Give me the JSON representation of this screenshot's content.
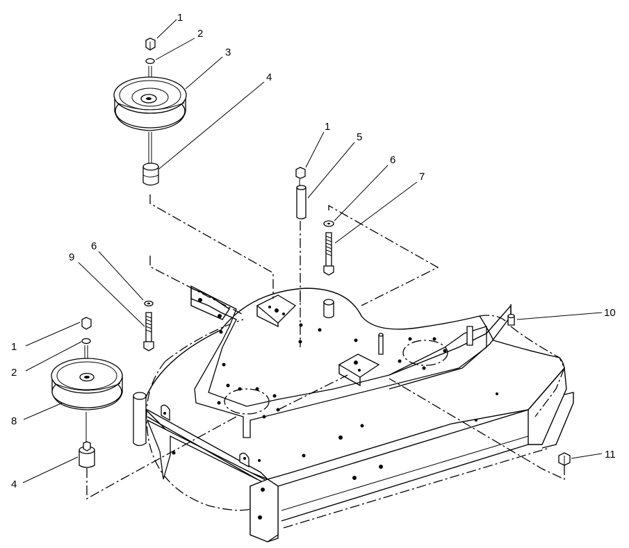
{
  "diagram": {
    "colors": {
      "ink": "#000000",
      "background": "#ffffff"
    },
    "callouts": [
      {
        "id": "c1a",
        "label": "1"
      },
      {
        "id": "c2a",
        "label": "2"
      },
      {
        "id": "c3",
        "label": "3"
      },
      {
        "id": "c4a",
        "label": "4"
      },
      {
        "id": "c1b",
        "label": "1"
      },
      {
        "id": "c5",
        "label": "5"
      },
      {
        "id": "c6a",
        "label": "6"
      },
      {
        "id": "c7",
        "label": "7"
      },
      {
        "id": "c6b",
        "label": "6"
      },
      {
        "id": "c9",
        "label": "9"
      },
      {
        "id": "c10",
        "label": "10"
      },
      {
        "id": "c1c",
        "label": "1"
      },
      {
        "id": "c2b",
        "label": "2"
      },
      {
        "id": "c8",
        "label": "8"
      },
      {
        "id": "c4b",
        "label": "4"
      },
      {
        "id": "c11",
        "label": "11"
      }
    ]
  }
}
